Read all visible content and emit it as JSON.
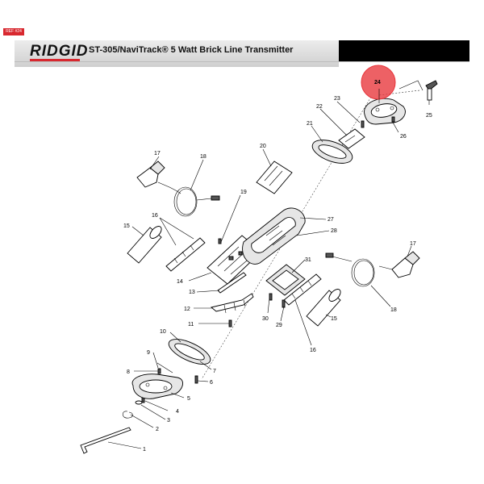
{
  "header": {
    "ref_tag": "REF #24",
    "brand": "RIDGID",
    "title": "ST-305/NaviTrack® 5 Watt Brick Line Transmitter"
  },
  "colors": {
    "brand_red": "#d8282f",
    "highlight_red": "#e8343a",
    "header_black": "#000000"
  },
  "callouts": {
    "c1": "1",
    "c2": "2",
    "c3": "3",
    "c4": "4",
    "c5": "5",
    "c6": "6",
    "c7": "7",
    "c8": "8",
    "c9": "9",
    "c10": "10",
    "c11": "11",
    "c12": "12",
    "c13": "13",
    "c14": "14",
    "c15a": "15",
    "c15b": "15",
    "c16a": "16",
    "c16b": "16",
    "c17a": "17",
    "c17b": "17",
    "c18a": "18",
    "c18b": "18",
    "c19": "19",
    "c20": "20",
    "c21": "21",
    "c22": "22",
    "c23": "23",
    "c24": "24",
    "c25": "25",
    "c26": "26",
    "c27": "27",
    "c28": "28",
    "c29": "29",
    "c30": "30",
    "c31": "31"
  },
  "highlighted_part": "24"
}
